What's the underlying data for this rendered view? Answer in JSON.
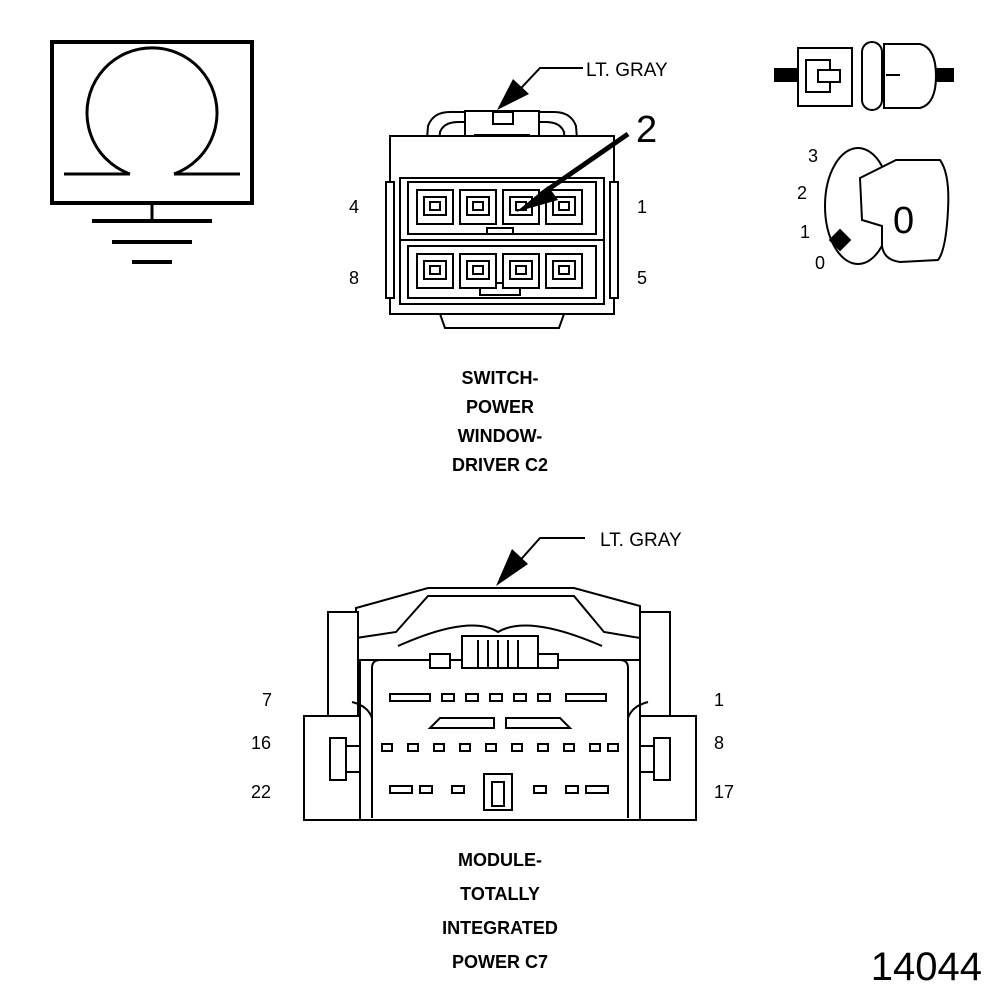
{
  "figure_number": "14044",
  "ground_symbol": {
    "icon": "ohm-ground-icon"
  },
  "switch_connector": {
    "color_note": "LT. GRAY",
    "callout": "2",
    "pin_labels": {
      "top_left": "4",
      "top_right": "1",
      "bottom_left": "8",
      "bottom_right": "5"
    },
    "caption_lines": [
      "SWITCH-",
      "POWER",
      "WINDOW-",
      "DRIVER C2"
    ]
  },
  "key_symbol": {
    "icon": "ignition-key-icon",
    "positions": [
      "3",
      "2",
      "1",
      "0"
    ],
    "key_label": "0"
  },
  "module_connector": {
    "color_note": "LT. GRAY",
    "pin_labels": {
      "row1_left": "7",
      "row1_right": "1",
      "row2_left": "16",
      "row2_right": "8",
      "row3_left": "22",
      "row3_right": "17"
    },
    "caption_lines": [
      "MODULE-",
      "TOTALLY",
      "INTEGRATED",
      "POWER C7"
    ]
  }
}
